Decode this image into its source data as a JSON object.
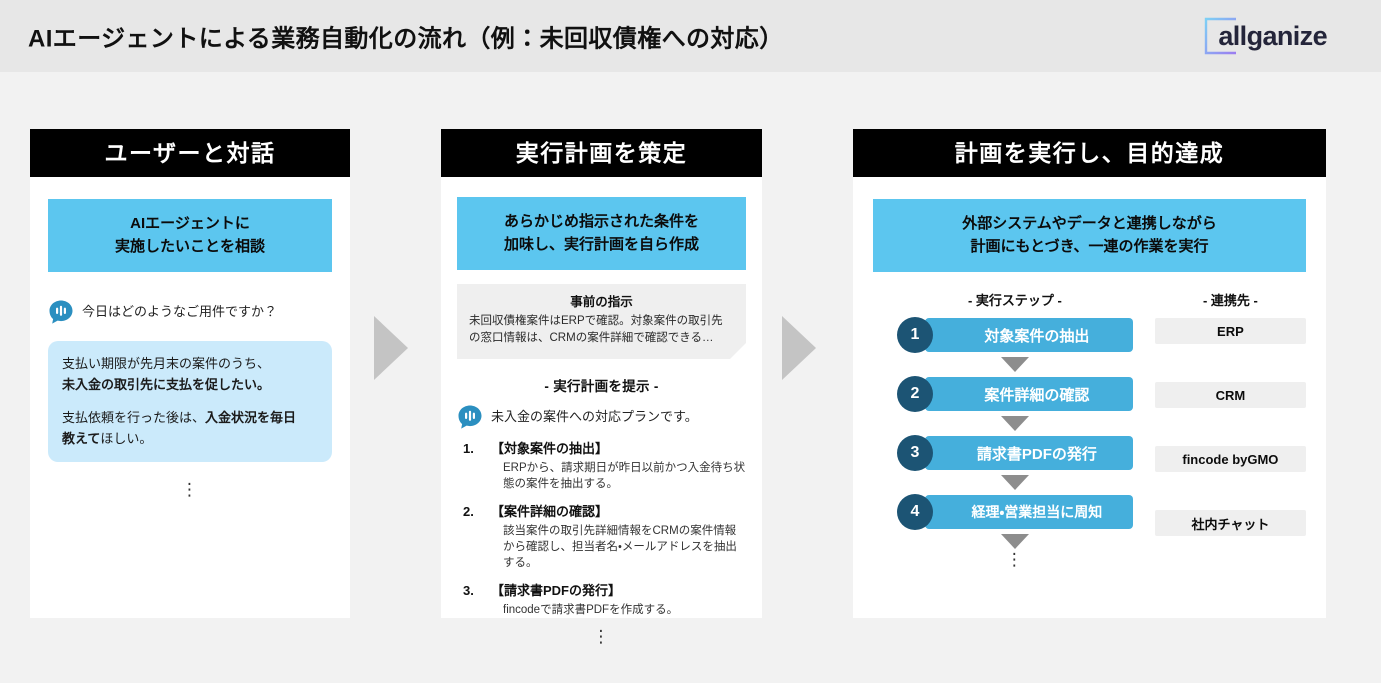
{
  "header": {
    "title": "AIエージェントによる業務自動化の流れ（例：未回収債権への対応）",
    "logo_text": "allganize",
    "logo_gradient_from": "#7ed0f5",
    "logo_gradient_to": "#9b7cf0"
  },
  "colors": {
    "page_bg": "#f2f2f2",
    "header_bg": "#e7e7e7",
    "panel_head_bg": "#000000",
    "banner_blue": "#5cc6ef",
    "user_bubble_blue": "#cbeafb",
    "step_bar_blue": "#45afdc",
    "step_circle_navy": "#1c5474",
    "system_box_gray": "#efefef",
    "arrow_gray": "#c4c4c4",
    "down_arrow_gray": "#8d8d8d"
  },
  "panels": [
    {
      "id": "panel-dialogue",
      "heading": "ユーザーと対話",
      "banner_lines": [
        "AIエージェントに",
        "実施したいことを相談"
      ],
      "bot_message": "今日はどのようなご用件ですか？",
      "user_message": {
        "line1_normal": "支払い期限が先月末の案件のうち、",
        "line2_bold": "未入金の取引先に支払を促したい。",
        "line3_normal": "支払依頼を行った後は、",
        "line3_bold": "入金状況を毎日",
        "line4_bold": "教えて",
        "line4_normal": "ほしい。"
      },
      "ellipsis": "⋮"
    },
    {
      "id": "panel-plan",
      "heading": "実行計画を策定",
      "banner_lines": [
        "あらかじめ指示された条件を",
        "加味し、実行計画を自ら作成"
      ],
      "note_title": "事前の指示",
      "note_body": "未回収債権案件はERPで確認。対象案件の取引先の窓口情報は、CRMの案件詳細で確認できる…",
      "section_label": "- 実行計画を提示 -",
      "bot_message": "未入金の案件への対応プランです。",
      "plan_items": [
        {
          "num": "1.",
          "title": "【対象案件の抽出】",
          "desc": "ERPから、請求期日が昨日以前かつ入金待ち状態の案件を抽出する。"
        },
        {
          "num": "2.",
          "title": "【案件詳細の確認】",
          "desc": "該当案件の取引先詳細情報をCRMの案件情報から確認し、担当者名・メールアドレスを抽出する。"
        },
        {
          "num": "3.",
          "title": "【請求書PDFの発行】",
          "desc": "fincodeで請求書PDFを作成する。"
        }
      ],
      "ellipsis": "⋮"
    },
    {
      "id": "panel-execute",
      "heading": "計画を実行し、目的達成",
      "banner_lines": [
        "外部システムやデータと連携しながら",
        "計画にもとづき、一連の作業を実行"
      ],
      "col_steps_head": "- 実行ステップ -",
      "col_systems_head": "- 連携先 -",
      "steps": [
        {
          "num": "1",
          "label": "対象案件の抽出"
        },
        {
          "num": "2",
          "label": "案件詳細の確認"
        },
        {
          "num": "3",
          "label": "請求書PDFの発行"
        },
        {
          "num": "4",
          "label": "経理・営業担当に周知"
        }
      ],
      "systems": [
        "ERP",
        "CRM",
        "fincode byGMO",
        "社内チャット"
      ],
      "ellipsis": "⋮"
    }
  ]
}
